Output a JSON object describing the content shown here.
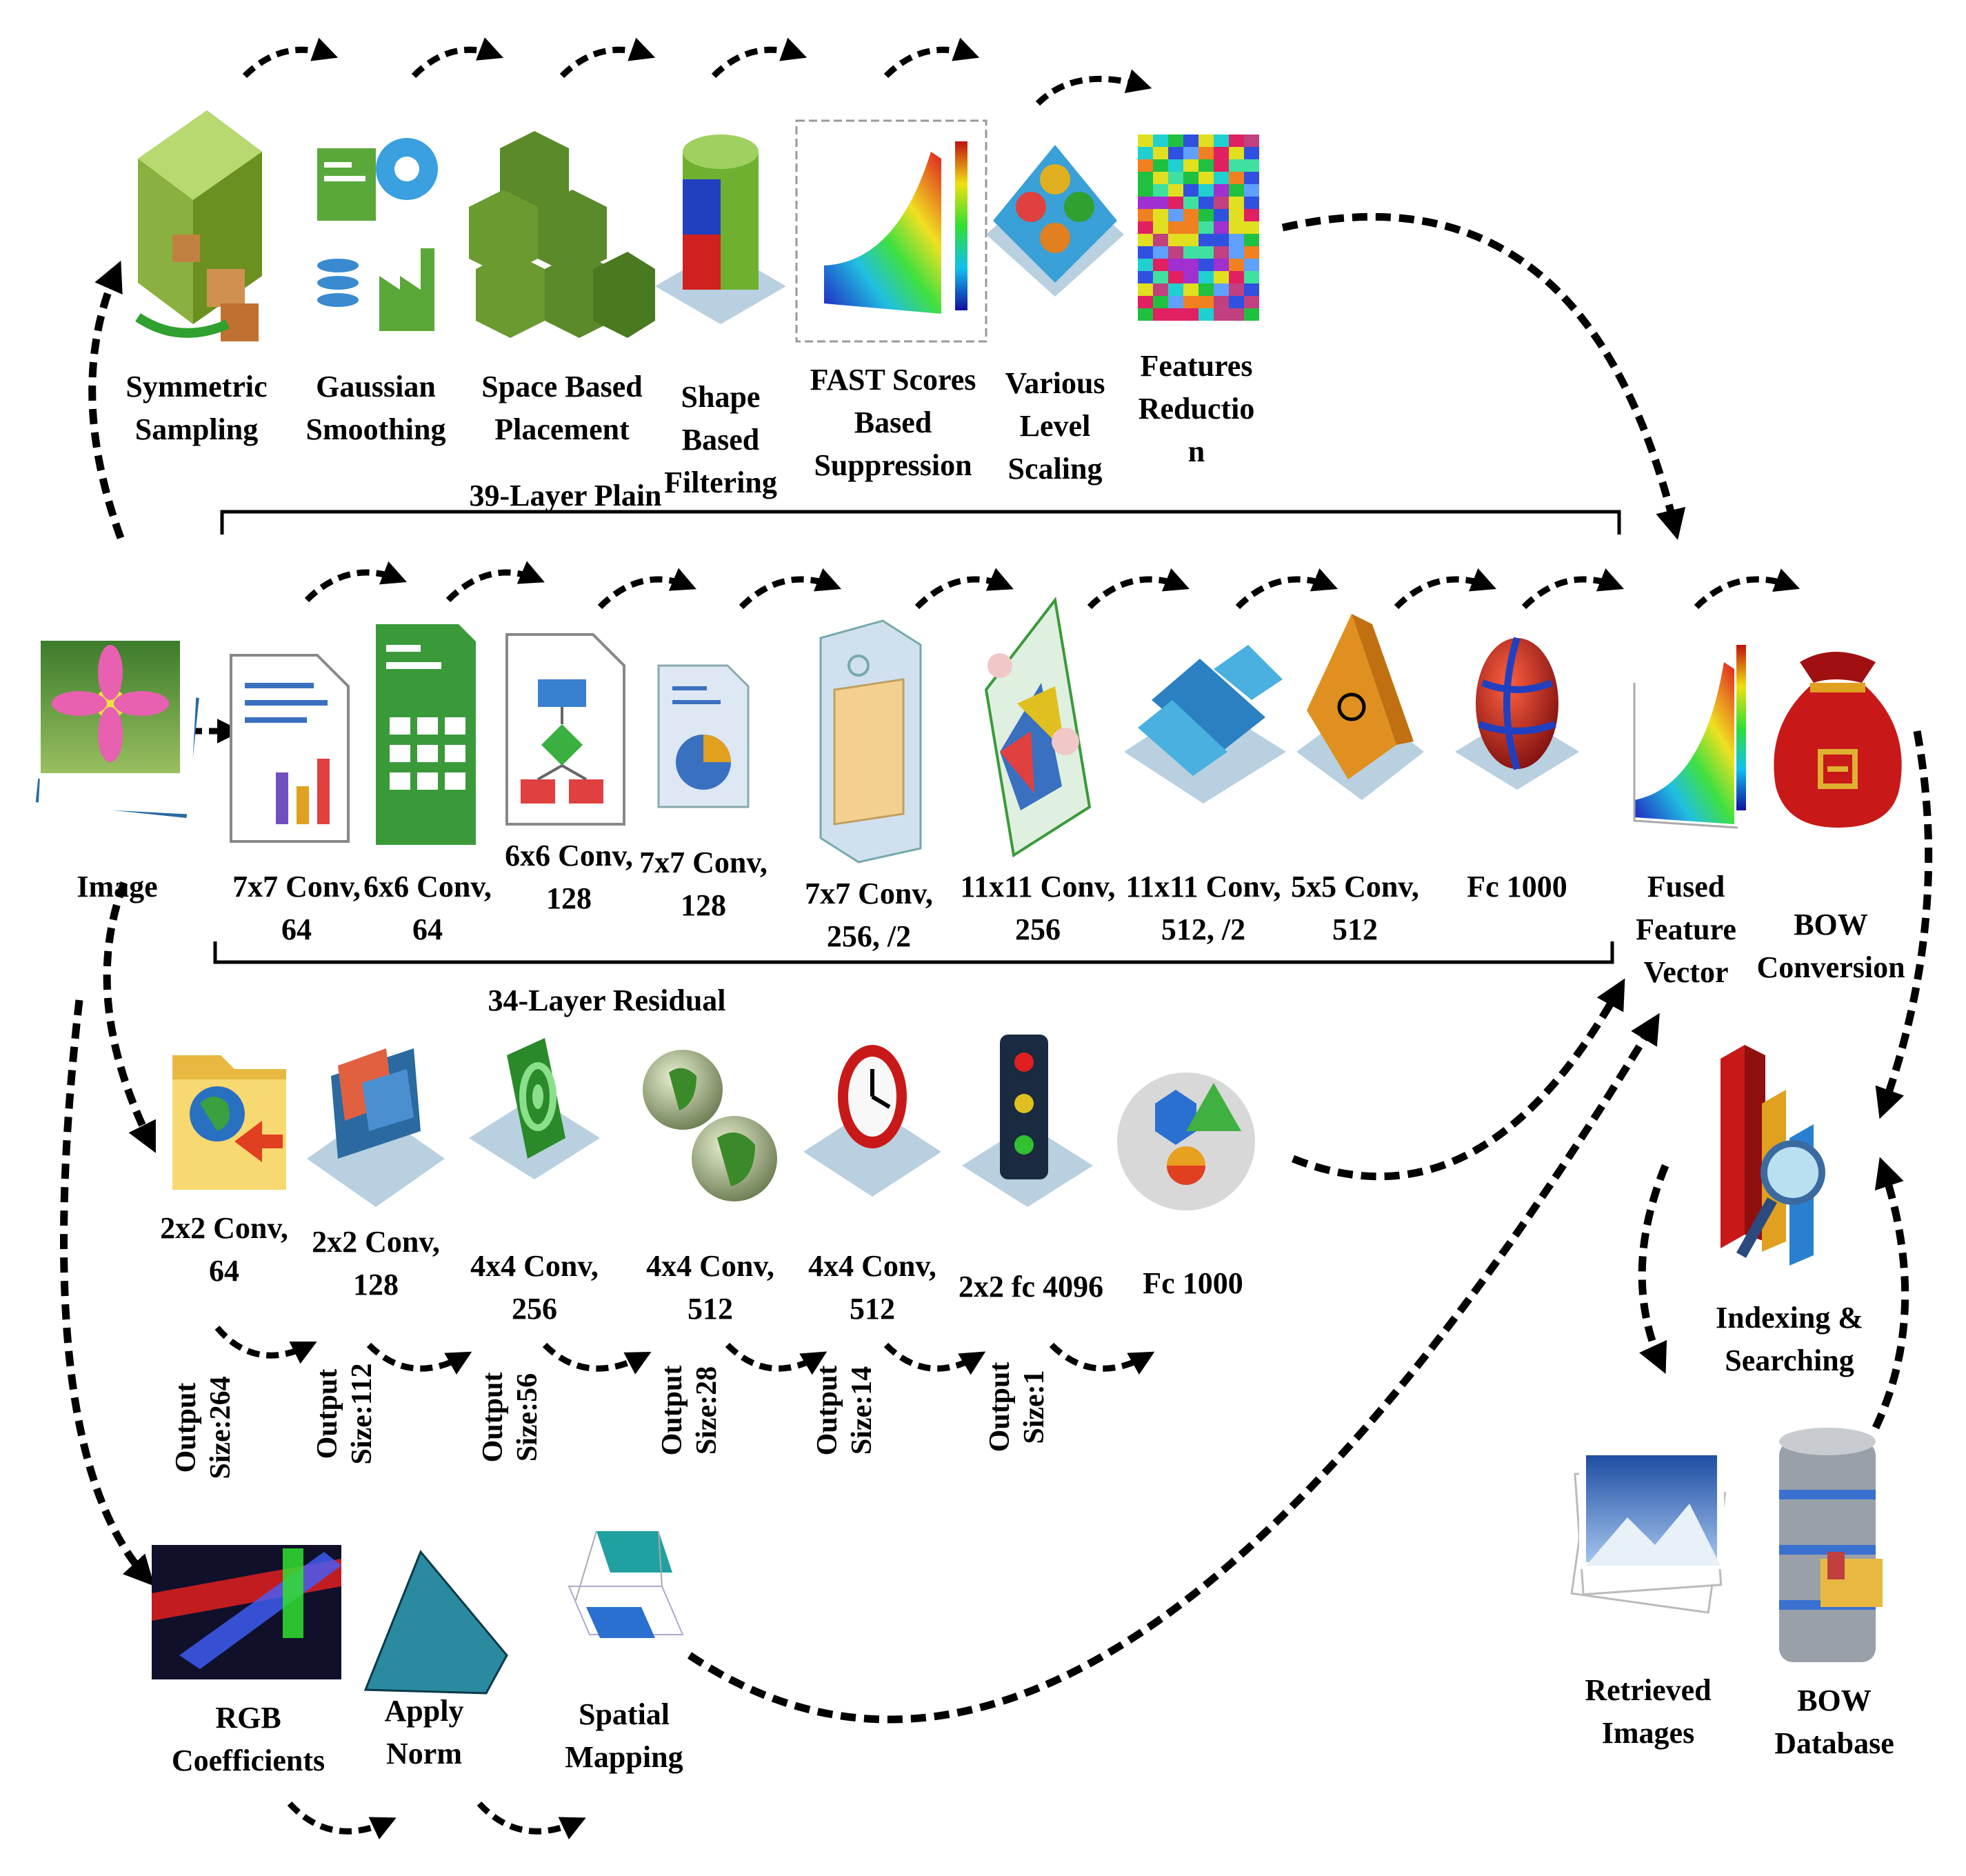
{
  "top_row": {
    "bracket_label": "39-Layer Plain",
    "steps": [
      {
        "line1": "Symmetric",
        "line2": "Sampling"
      },
      {
        "line1": "Gaussian",
        "line2": "Smoothing"
      },
      {
        "line1": "Space Based",
        "line2": "Placement"
      },
      {
        "line1": "Shape",
        "line2": "Based",
        "line3": "Filtering"
      },
      {
        "line1": "FAST Scores",
        "line2": "Based",
        "line3": "Suppression"
      },
      {
        "line1": "Various",
        "line2": "Level",
        "line3": "Scaling"
      },
      {
        "line1": "Features",
        "line2": "Reductio",
        "line3": "n"
      }
    ]
  },
  "middle_row": {
    "input_label": "Image",
    "layers": [
      {
        "line1": "7x7 Conv,",
        "line2": "64"
      },
      {
        "line1": "6x6 Conv,",
        "line2": "64"
      },
      {
        "line1": "6x6 Conv,",
        "line2": "128"
      },
      {
        "line1": "7x7 Conv,",
        "line2": "128"
      },
      {
        "line1": "7x7 Conv,",
        "line2": "256, /2"
      },
      {
        "line1": "11x11 Conv,",
        "line2": "256"
      },
      {
        "line1": "11x11 Conv,",
        "line2": "512, /2"
      },
      {
        "line1": "5x5 Conv,",
        "line2": "512"
      },
      {
        "line1": "Fc 1000",
        "line2": ""
      }
    ],
    "fused": {
      "line1": "Fused",
      "line2": "Feature",
      "line3": "Vector"
    },
    "bow": {
      "line1": "BOW",
      "line2": "Conversion"
    }
  },
  "bottom_row": {
    "bracket_label": "34-Layer Residual",
    "layers": [
      {
        "line1": "2x2 Conv,",
        "line2": "64"
      },
      {
        "line1": "2x2 Conv,",
        "line2": "128"
      },
      {
        "line1": "4x4 Conv,",
        "line2": "256"
      },
      {
        "line1": "4x4 Conv,",
        "line2": "512"
      },
      {
        "line1": "4x4 Conv,",
        "line2": "512"
      },
      {
        "line1": "2x2 fc 4096",
        "line2": ""
      },
      {
        "line1": "Fc 1000",
        "line2": ""
      }
    ],
    "output_sizes": [
      {
        "line1": "Output",
        "line2": "Size:264"
      },
      {
        "line1": "Output",
        "line2": "Size:112"
      },
      {
        "line1": "Output",
        "line2": "Size:56"
      },
      {
        "line1": "Output",
        "line2": "Size:28"
      },
      {
        "line1": "Output",
        "line2": "Size:14"
      },
      {
        "line1": "Output",
        "line2": "Size:1"
      }
    ]
  },
  "color_row": {
    "steps": [
      {
        "line1": "RGB",
        "line2": "Coefficients"
      },
      {
        "line1": "Apply",
        "line2": "Norm"
      },
      {
        "line1": "Spatial",
        "line2": "Mapping"
      }
    ]
  },
  "retrieval": {
    "indexing": {
      "line1": "Indexing &",
      "line2": "Searching"
    },
    "retrieved": {
      "line1": "Retrieved",
      "line2": "Images"
    },
    "database": {
      "line1": "BOW",
      "line2": "Database"
    }
  }
}
